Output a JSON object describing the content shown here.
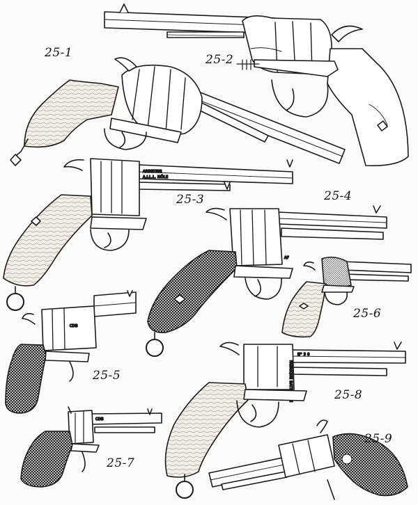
{
  "plate": {
    "figures": [
      {
        "id": "25-1",
        "label": "25-1"
      },
      {
        "id": "25-2",
        "label": "25-2"
      },
      {
        "id": "25-3",
        "label": "25-3"
      },
      {
        "id": "25-4",
        "label": "25-4"
      },
      {
        "id": "25-5",
        "label": "25-5"
      },
      {
        "id": "25-6",
        "label": "25-6"
      },
      {
        "id": "25-7",
        "label": "25-7"
      },
      {
        "id": "25-8",
        "label": "25-8"
      },
      {
        "id": "25-9",
        "label": "25-9"
      }
    ]
  },
  "colors": {
    "ink": "#1a1a1a",
    "paper": "#fbfbf9",
    "metal_dark": "#3a3a3a",
    "grip_wood": "#e9e3d6"
  }
}
